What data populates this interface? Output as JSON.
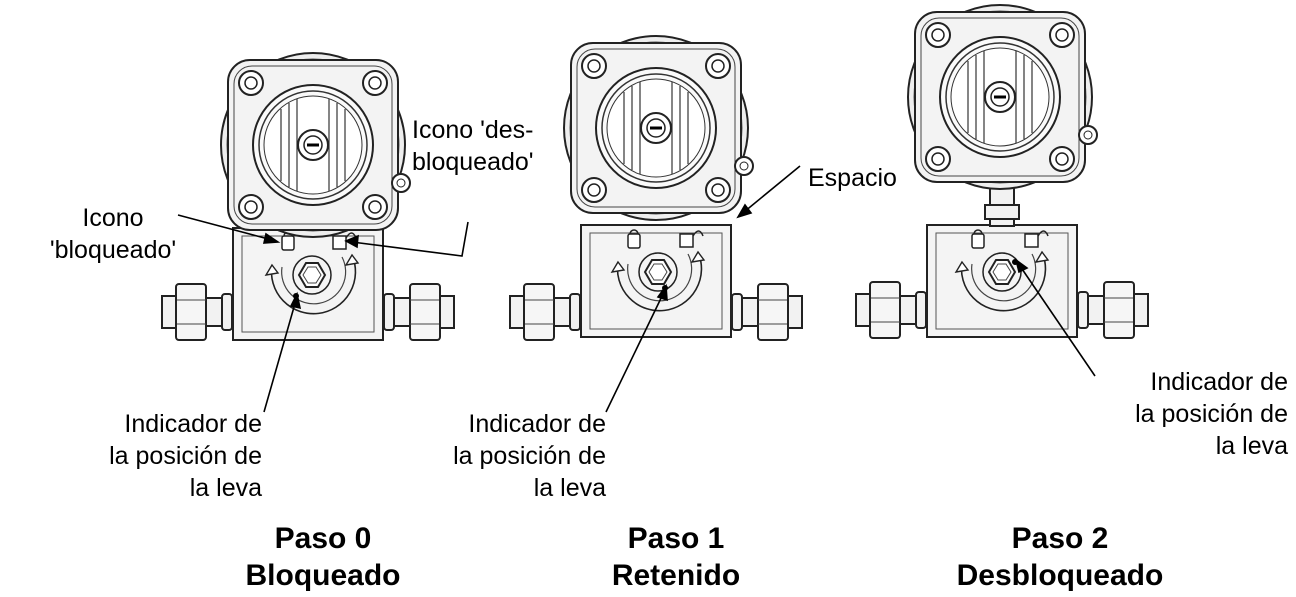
{
  "labels": {
    "icono_desbloqueado": [
      "Icono 'des-",
      "bloqueado'"
    ],
    "icono_bloqueado": [
      "Icono",
      "'bloqueado'"
    ],
    "espacio": "Espacio",
    "indicador_0": [
      "Indicador de",
      "la posición de",
      "la leva"
    ],
    "indicador_1": [
      "Indicador de",
      "la posición de",
      "la leva"
    ],
    "indicador_2": [
      "Indicador de",
      "la posición de",
      "la leva"
    ]
  },
  "steps": [
    {
      "line1": "Paso 0",
      "line2": "Bloqueado"
    },
    {
      "line1": "Paso 1",
      "line2": "Retenido"
    },
    {
      "line1": "Paso 2",
      "line2": "Desbloqueado"
    }
  ]
}
